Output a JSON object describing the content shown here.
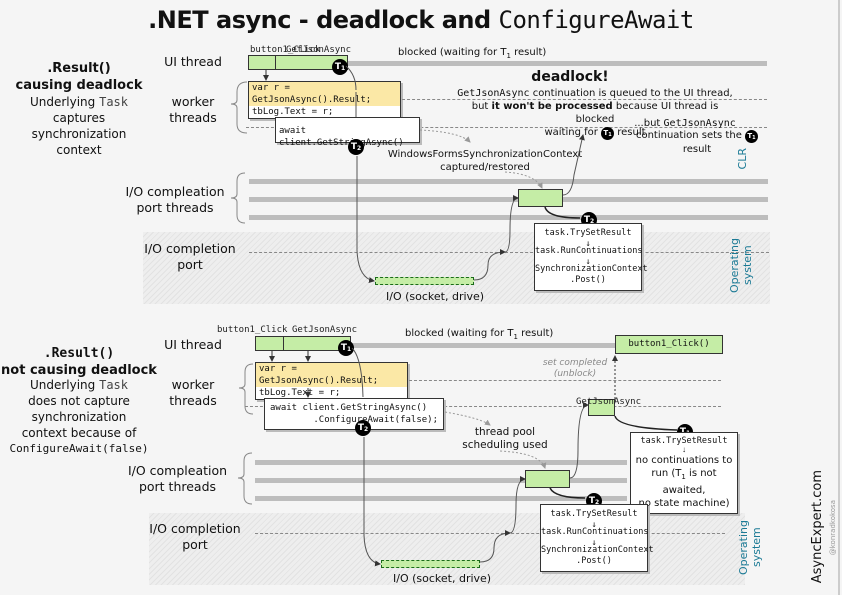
{
  "title": {
    "prefix": ".NET async - deadlock and ",
    "code": "ConfigureAwait"
  },
  "top": {
    "heading_line1": ".Result()",
    "heading_line2": "causing deadlock",
    "desc_pre": "Underlying ",
    "desc_code": "Task",
    "desc_line2": "captures",
    "desc_line3": "synchronization",
    "desc_line4": "context",
    "lanes": {
      "ui": "UI thread",
      "worker_1": "worker",
      "worker_2": "threads",
      "iocp_1": "I/O compleation",
      "iocp_2": "port threads",
      "port_1": "I/O completion",
      "port_2": "port"
    },
    "labels": {
      "button1_click": "button1_Click",
      "get_json_async": "GetJsonAsync",
      "blocked": "blocked (waiting for T",
      "blocked_sub": "1",
      "blocked_end": " result)",
      "code_line1": "var r = GetJsonAsync().Result;",
      "code_line2": "tbLog.Text = r;",
      "await_line": "await client.GetStringAsync()",
      "sync_ctx_1": "WindowsFormsSynchronizationContext",
      "sync_ctx_2": "captured/restored",
      "io": "I/O (socket, drive)",
      "deadlock": "deadlock!",
      "dl_code": "GetJsonAsync",
      "dl_line1": " continuation is queued to the UI thread,",
      "dl_line2_pre": "but ",
      "dl_line2_bold": "it won't be processed",
      "dl_line2_post": " because UI thread is blocked",
      "dl_line3_pre": "waiting for ",
      "dl_line3_post": " result",
      "but_pre": "...but ",
      "but_code": "GetJsonAsync",
      "but_line2_pre": "continuation sets the ",
      "but_line2_post": "result",
      "post_1": "task.TrySetResult",
      "post_2": "task.RunContinuations",
      "post_3": "SynchronizationContext",
      "post_4": ".Post()"
    }
  },
  "bottom": {
    "heading_line1": ".Result()",
    "heading_line2": "not causing deadlock",
    "desc_pre": "Underlying ",
    "desc_code": "Task",
    "desc_line2": "does not capture",
    "desc_line3": "synchronization",
    "desc_line4": "context because of",
    "desc_line5": "ConfigureAwait(false)",
    "lanes": {
      "ui": "UI thread",
      "worker_1": "worker",
      "worker_2": "threads",
      "iocp_1": "I/O compleation",
      "iocp_2": "port threads",
      "port_1": "I/O completion",
      "port_2": "port"
    },
    "labels": {
      "button1_click": "button1_Click",
      "get_json_async": "GetJsonAsync",
      "blocked": "blocked (waiting for T",
      "blocked_sub": "1",
      "blocked_end": " result)",
      "button1_click_call": "button1_Click()",
      "set_completed_1": "set completed",
      "set_completed_2": "(unblock)",
      "get_json_async_2": "GetJsonAsync",
      "code_line1": "var r = GetJsonAsync().Result;",
      "code_line2": "tbLog.Text = r;",
      "await_line1": "await client.GetStringAsync()",
      "await_line2": ".ConfigureAwait(false);",
      "thread_pool_1": "thread pool",
      "thread_pool_2": "scheduling used",
      "try_set": "task.TrySetResult",
      "no_cont_1": "no continuations to",
      "no_cont_2_pre": "run (T",
      "no_cont_2_sub": "1",
      "no_cont_2_post": " is not awaited,",
      "no_cont_3": "no state machine)",
      "io": "I/O (socket, drive)",
      "post_1": "task.TrySetResult",
      "post_2": "task.RunContinuations",
      "post_3": "SynchronizationContext",
      "post_4": ".Post()"
    }
  },
  "badges": {
    "t1": "T",
    "t1_sub": "1",
    "t2": "T",
    "t2_sub": "2"
  },
  "regions": {
    "clr": "CLR",
    "os_1": "Operating",
    "os_2": "system"
  },
  "branding": {
    "site": "AsyncExpert.com",
    "handle": "@konradkokosa"
  },
  "colors": {
    "green": "#c5eda6",
    "highlight": "#fbe8a6",
    "teal": "#1b7a95",
    "thread_gray": "#bdbdbd"
  }
}
